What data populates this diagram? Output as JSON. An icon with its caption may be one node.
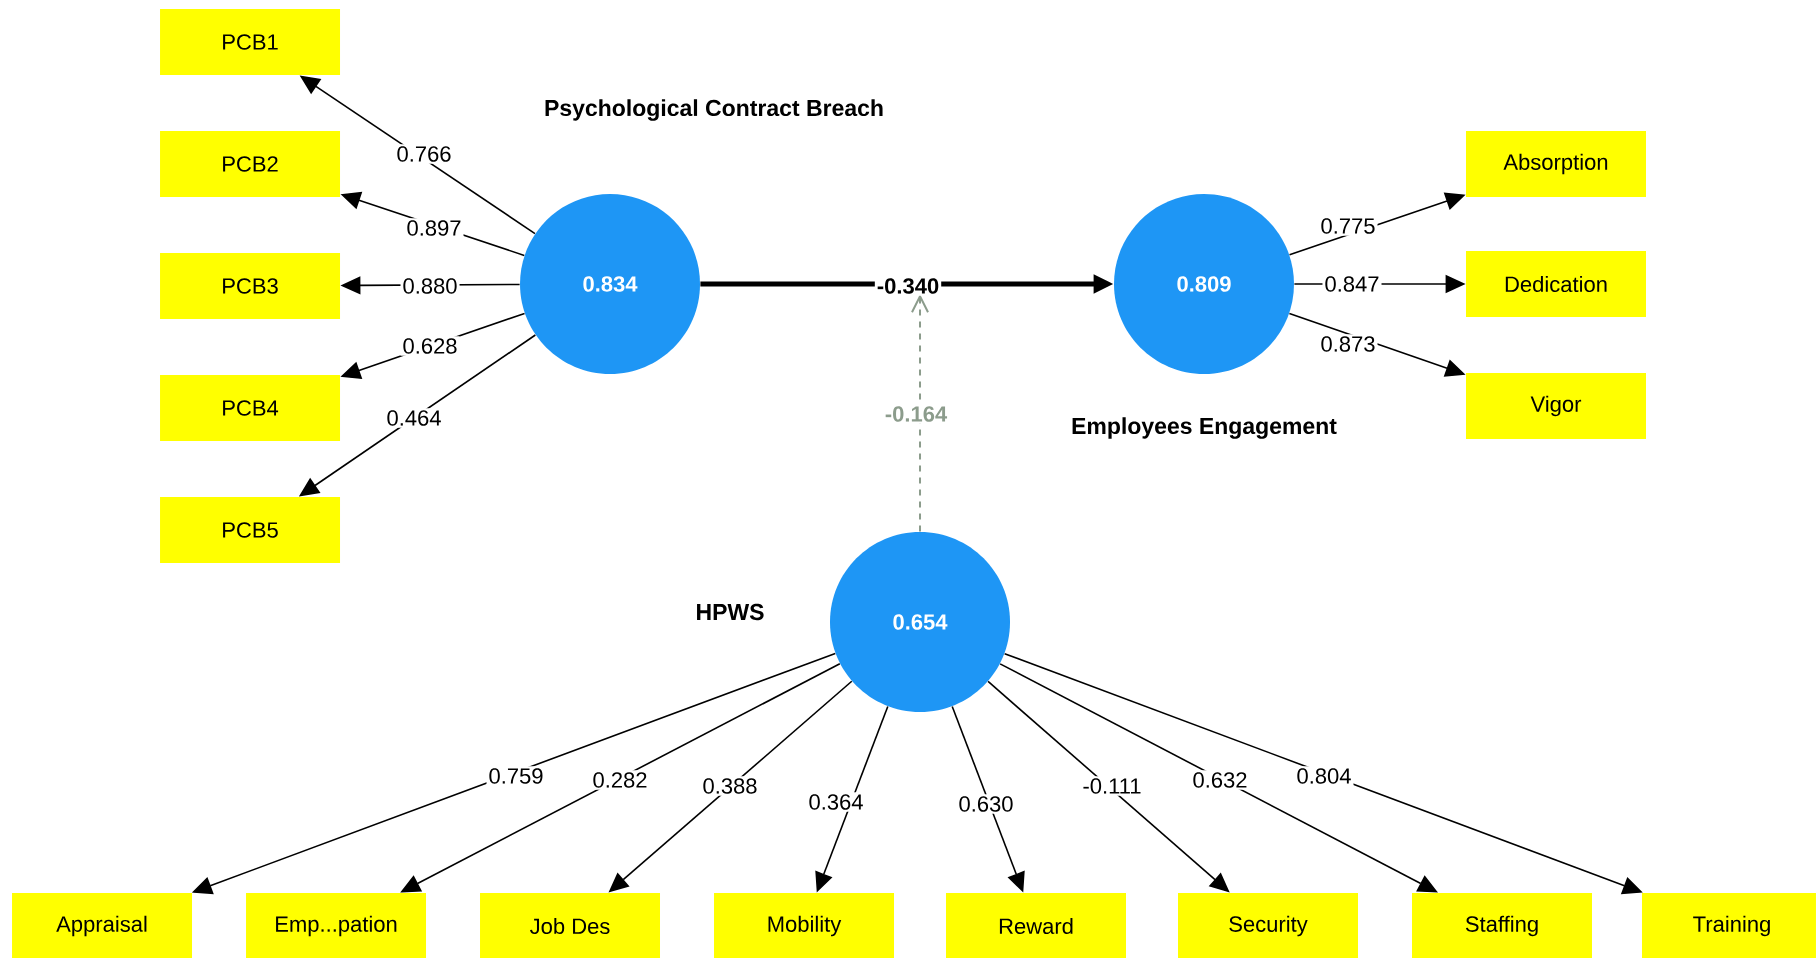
{
  "diagram": {
    "nodes": [
      {
        "text": [
          "Psychological Contract Breach",
          "0.834"
        ]
      },
      {
        "text": [
          "PCB1"
        ]
      },
      {
        "text": [
          "PCB2"
        ]
      },
      {
        "text": [
          "PCB3"
        ]
      },
      {
        "text": [
          "PCB4"
        ]
      },
      {
        "text": [
          "PCB5"
        ]
      },
      {
        "text": [
          "0.809",
          "Employees Engagement"
        ]
      },
      {
        "text": [
          "Absorption"
        ]
      },
      {
        "text": [
          "Dedication"
        ]
      },
      {
        "text": [
          "Vigor"
        ]
      },
      {
        "text": [
          "HPWS",
          "0.654"
        ]
      },
      {
        "text": [
          "Appraisal"
        ]
      },
      {
        "text": [
          "Emp...pation"
        ]
      },
      {
        "text": [
          "Job Des"
        ]
      },
      {
        "text": [
          "Mobility"
        ]
      },
      {
        "text": [
          "Reward"
        ]
      },
      {
        "text": [
          "Security"
        ]
      },
      {
        "text": [
          "Staffing"
        ]
      },
      {
        "text": [
          "Training"
        ]
      }
    ],
    "edges": [
      {
        "from": 0,
        "to": 1,
        "arrow": "to",
        "label": "0.766"
      },
      {
        "from": 0,
        "to": 2,
        "arrow": "to",
        "label": "0.897"
      },
      {
        "from": 0,
        "to": 3,
        "arrow": "to",
        "label": "0.880"
      },
      {
        "from": 0,
        "to": 4,
        "arrow": "to",
        "label": "0.628"
      },
      {
        "from": 0,
        "to": 5,
        "arrow": "to",
        "label": "0.464"
      },
      {
        "from": 0,
        "to": 6,
        "arrow": "to",
        "label": "-0.340",
        "style": "thick"
      },
      {
        "from": 6,
        "to": 7,
        "arrow": "to",
        "label": "0.775"
      },
      {
        "from": 6,
        "to": 8,
        "arrow": "to",
        "label": "0.847"
      },
      {
        "from": 6,
        "to": 9,
        "arrow": "to",
        "label": "0.873"
      },
      {
        "from": 10,
        "to": null,
        "arrow": "to",
        "label": "-0.164",
        "style": "dashed",
        "color": "#8c9c8c"
      },
      {
        "from": 10,
        "to": 11,
        "arrow": "to",
        "label": "0.759"
      },
      {
        "from": 10,
        "to": 12,
        "arrow": "to",
        "label": "0.282"
      },
      {
        "from": 10,
        "to": 13,
        "arrow": "to",
        "label": "0.388"
      },
      {
        "from": 10,
        "to": 14,
        "arrow": "to",
        "label": "0.364"
      },
      {
        "from": 10,
        "to": 15,
        "arrow": "to",
        "label": "0.630"
      },
      {
        "from": 10,
        "to": 16,
        "arrow": "to",
        "label": "-0.111"
      },
      {
        "from": 10,
        "to": 17,
        "arrow": "to",
        "label": "0.632"
      },
      {
        "from": 10,
        "to": 18,
        "arrow": "to",
        "label": "0.804"
      }
    ]
  }
}
